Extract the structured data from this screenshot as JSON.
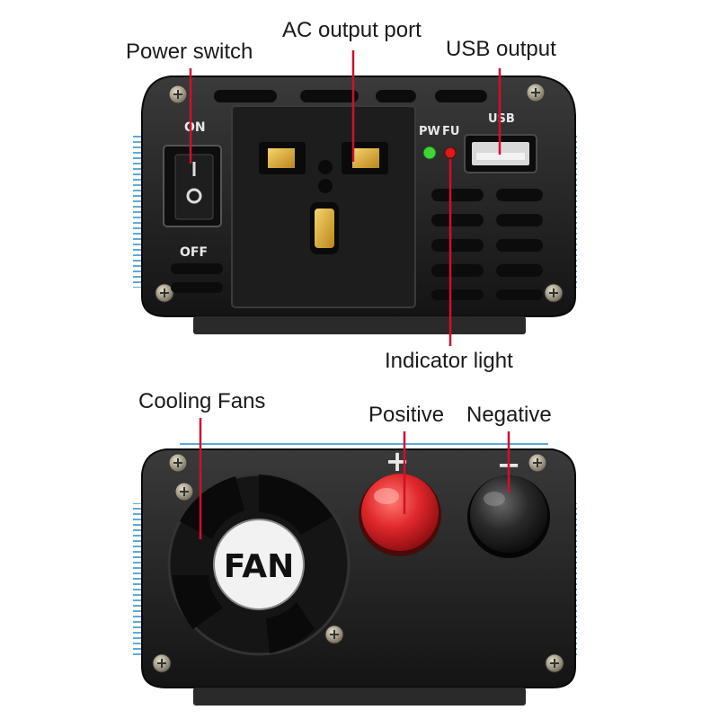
{
  "callouts": {
    "power_switch": "Power switch",
    "ac_output_port": "AC output port",
    "usb_output": "USB output",
    "indicator_light": "Indicator light",
    "cooling_fans": "Cooling Fans",
    "positive": "Positive",
    "negative": "Negative"
  },
  "front_panel": {
    "switch_on": "ON",
    "switch_off": "OFF",
    "pw_label": "PW",
    "fu_label": "FU",
    "usb_label": "USB"
  },
  "rear_panel": {
    "fan_label": "FAN",
    "plus_symbol": "+",
    "minus_symbol": "−"
  },
  "colors": {
    "callout_line": "#d0102a",
    "pw_led": "#3fd43a",
    "fu_led": "#e01818",
    "positive_terminal": "#e0282c",
    "negative_terminal": "#1a1a1a",
    "heatsink_fins": "#5fa8d8"
  }
}
